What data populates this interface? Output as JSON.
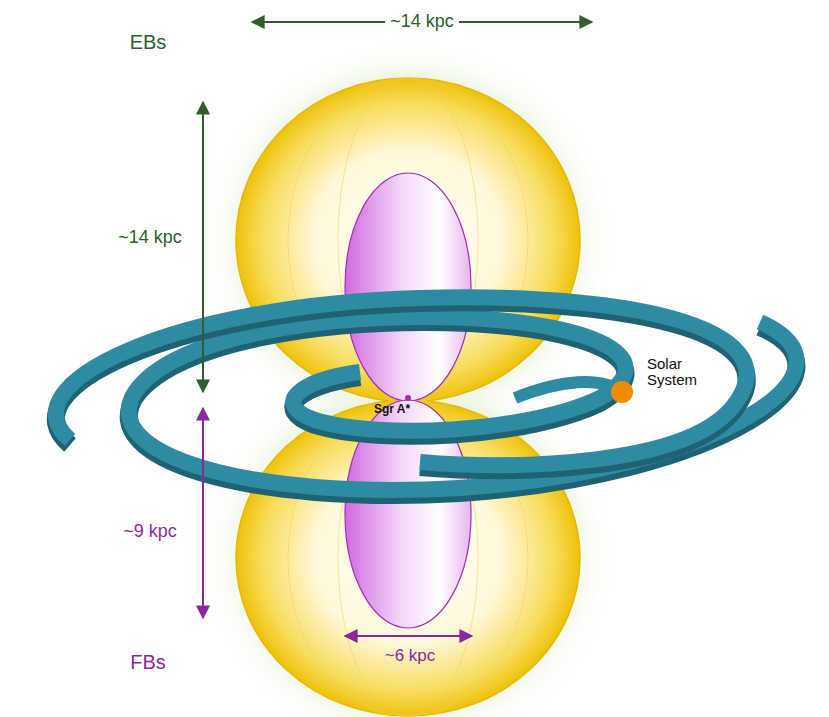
{
  "diagram": {
    "labels": [
      "EBs",
      "~14 kpc",
      "~14 kpc",
      "Solar System",
      "Sgr A*",
      "~9 kpc",
      "FBs",
      "~6 kpc"
    ]
  }
}
